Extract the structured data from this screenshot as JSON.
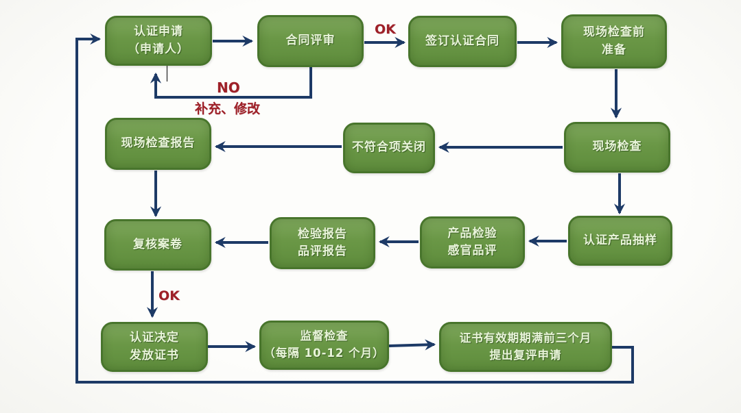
{
  "diagram": {
    "title": "certification-process-flowchart",
    "colors": {
      "node_fill": "#6a9746",
      "node_border": "#48752c",
      "node_text": "#e9f4da",
      "arrow": "#1d3a66",
      "edge_label": "#9e2028",
      "background": "#fdfdfb"
    },
    "nodes": [
      {
        "id": "certification-application",
        "label": "认证申请\n（申请人）"
      },
      {
        "id": "contract-review",
        "label": "合同评审"
      },
      {
        "id": "sign-certification-contract",
        "label": "签订认证合同"
      },
      {
        "id": "pre-inspection-preparation",
        "label": "现场检查前\n准备"
      },
      {
        "id": "site-inspection-report",
        "label": "现场检查报告"
      },
      {
        "id": "nonconformity-closure",
        "label": "不符合项关闭"
      },
      {
        "id": "site-inspection",
        "label": "现场检查"
      },
      {
        "id": "review-case-file",
        "label": "复核案卷"
      },
      {
        "id": "test-report-tasting-report",
        "label": "检验报告\n品评报告"
      },
      {
        "id": "product-test-sensory-eval",
        "label": "产品检验\n感官品评"
      },
      {
        "id": "certified-product-sampling",
        "label": "认证产品抽样"
      },
      {
        "id": "certification-decision",
        "label": "认证决定\n发放证书"
      },
      {
        "id": "supervision-inspection",
        "label": "监督检查\n（每隔 10-12 个月）"
      },
      {
        "id": "certificate-expiry-reapply",
        "label": "证书有效期期满前三个月\n提出复评申请"
      }
    ],
    "edge_labels": [
      {
        "id": "ok-contract-review",
        "text": "OK"
      },
      {
        "id": "no-contract-review",
        "text": "NO"
      },
      {
        "id": "supplement-modify",
        "text": "补充、修改"
      },
      {
        "id": "ok-review-case",
        "text": "OK"
      }
    ]
  }
}
